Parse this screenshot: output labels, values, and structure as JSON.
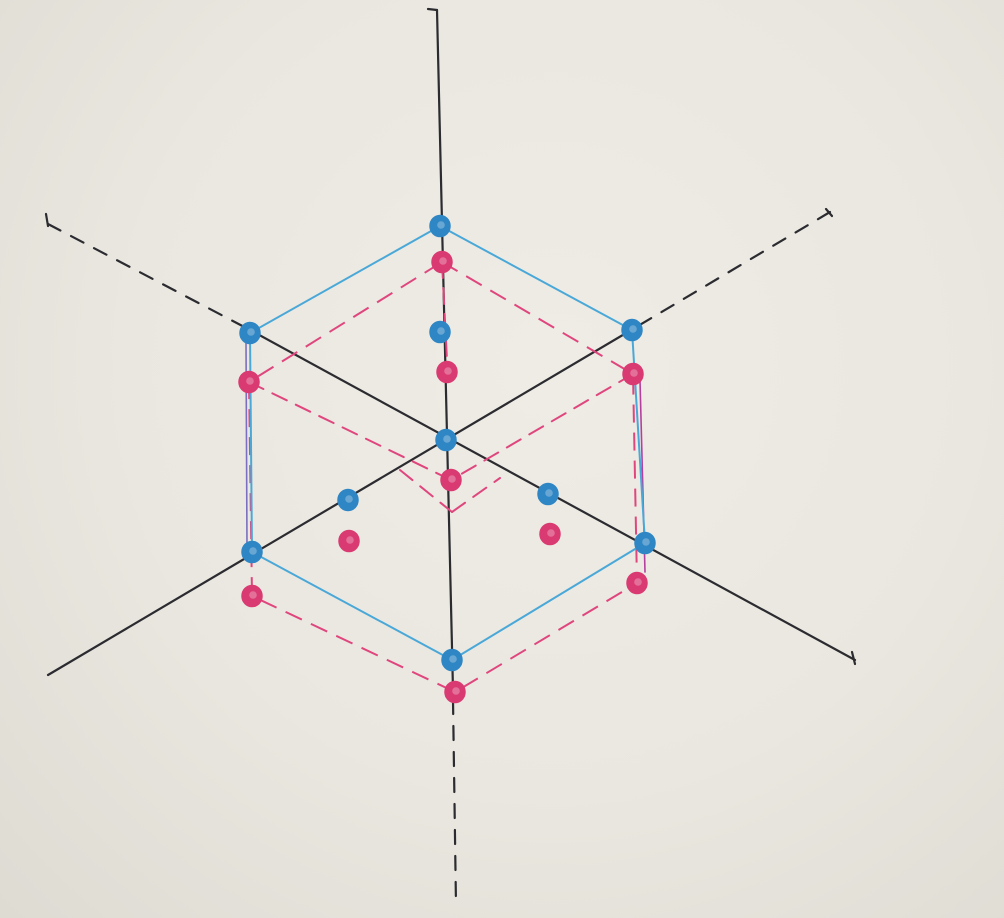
{
  "drawing": {
    "paper_color": "#e9e7df",
    "colors": {
      "axis": "#2b2b30",
      "blue_layer": "#4aa8d8",
      "blue_atom": "#2f86c4",
      "pink_layer": "#e0467e",
      "pink_atom": "#d93a72"
    },
    "axes": [
      {
        "name": "vertical-axis",
        "upper": "solid",
        "lower": "dashed"
      },
      {
        "name": "diagonal-axis-a",
        "upper_left": "dashed",
        "lower_right": "solid"
      },
      {
        "name": "diagonal-axis-b",
        "upper_right": "dashed",
        "lower_left": "solid"
      }
    ],
    "layers": [
      {
        "name": "blue-layer",
        "outline": "solid",
        "atom_count": 10
      },
      {
        "name": "pink-layer",
        "outline": "dashed",
        "atom_count": 10
      }
    ]
  }
}
